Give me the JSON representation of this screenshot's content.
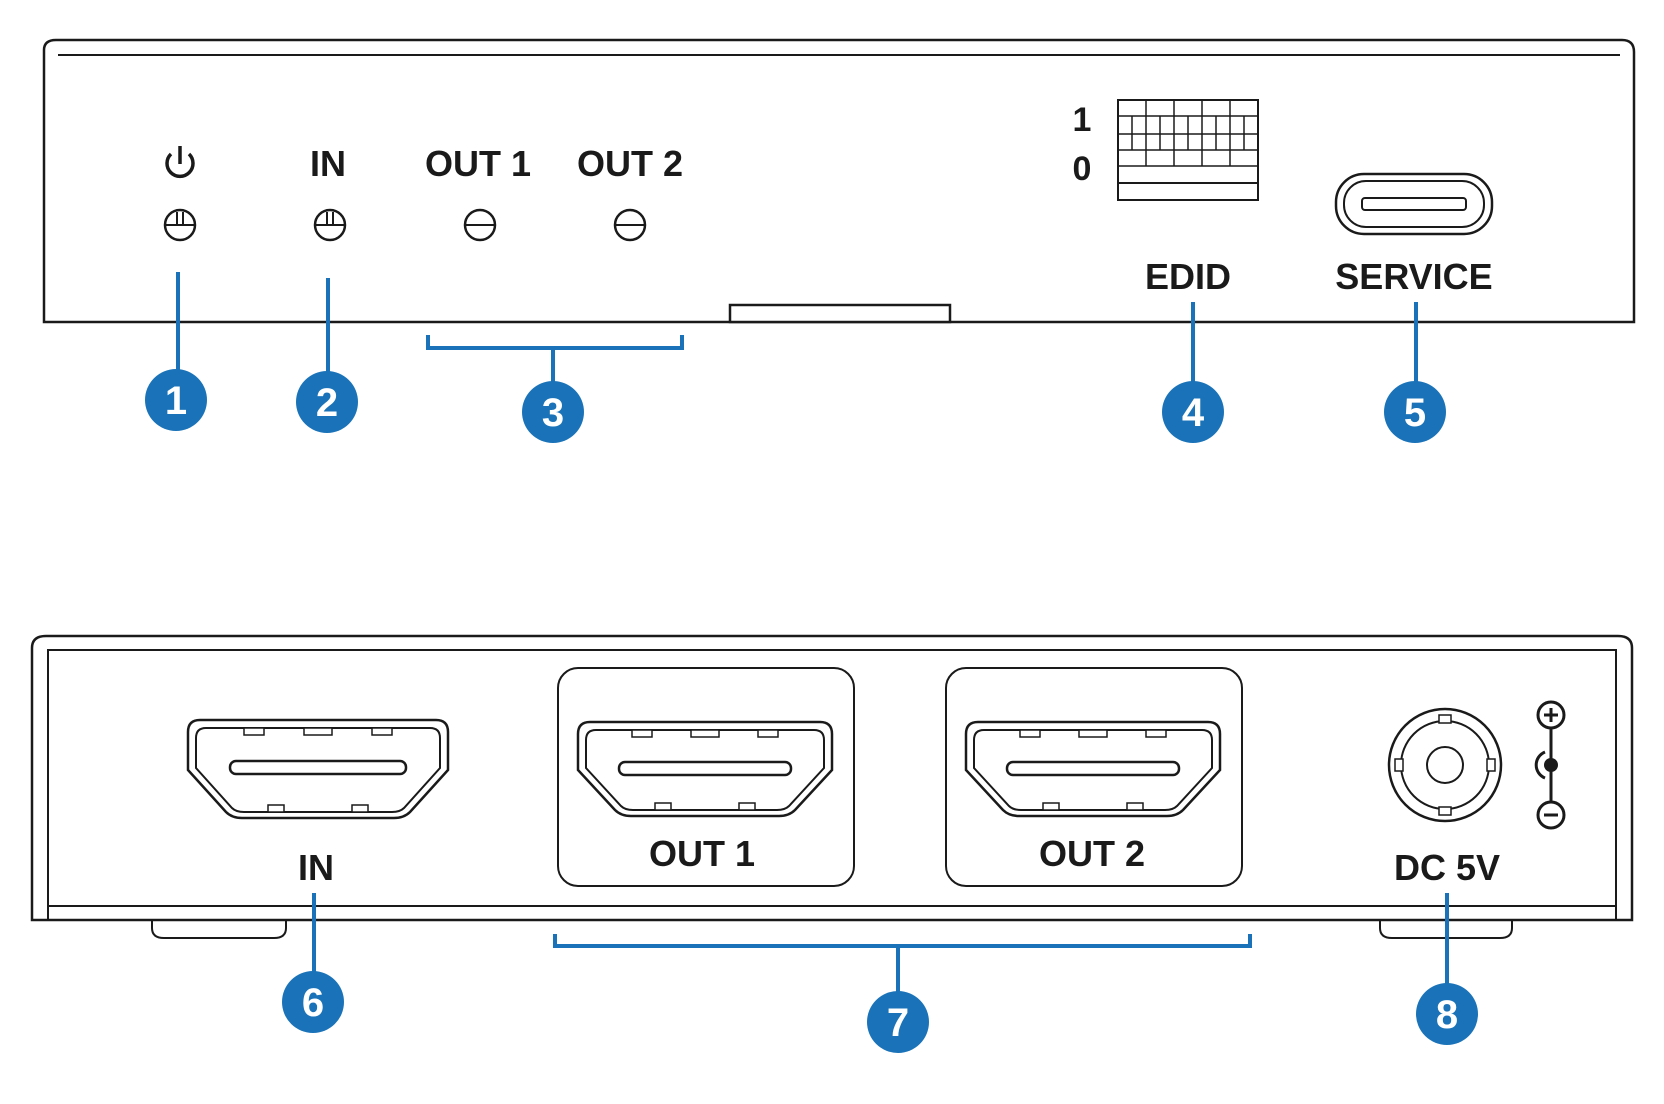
{
  "front_panel": {
    "power_icon": "power-icon",
    "led_in_label": "IN",
    "led_out1_label": "OUT 1",
    "led_out2_label": "OUT 2",
    "dip_label_1": "1",
    "dip_label_0": "0",
    "edid_label": "EDID",
    "service_label": "SERVICE"
  },
  "rear_panel": {
    "in_label": "IN",
    "out1_label": "OUT 1",
    "out2_label": "OUT 2",
    "dc_label": "DC 5V",
    "polarity_icon": "dc-polarity-icon"
  },
  "callouts": [
    "1",
    "2",
    "3",
    "4",
    "5",
    "6",
    "7",
    "8"
  ],
  "colors": {
    "callout": "#1a73b8",
    "line": "#1a1a1a"
  }
}
